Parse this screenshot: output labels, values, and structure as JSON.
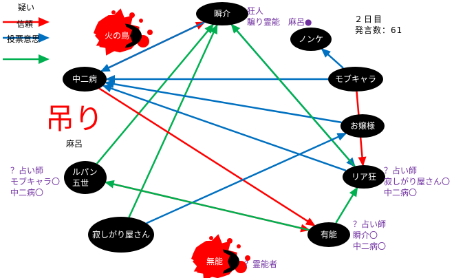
{
  "legend": [
    {
      "label": "疑い",
      "color": "#ff0000"
    },
    {
      "label": "信頼",
      "color": "#0070c0"
    },
    {
      "label": "投票意思",
      "color": "#00b050"
    }
  ],
  "day_info": {
    "day": "２日目",
    "posts": "発言数：61"
  },
  "hanging": {
    "label": "吊り",
    "target": "麻呂"
  },
  "nodes": [
    {
      "id": "shunsuke",
      "label": "瞬介",
      "dead": false
    },
    {
      "id": "hinotori",
      "label": "火の鳥",
      "dead": true
    },
    {
      "id": "nonke",
      "label": "ノンケ",
      "dead": false
    },
    {
      "id": "chuunibyou",
      "label": "中二病",
      "dead": false
    },
    {
      "id": "mobchara",
      "label": "モブキャラ",
      "dead": false
    },
    {
      "id": "ojousama",
      "label": "お嬢様",
      "dead": false
    },
    {
      "id": "lupin",
      "label": "ルパン五世",
      "dead": false
    },
    {
      "id": "riakyou",
      "label": "リア狂",
      "dead": false
    },
    {
      "id": "sabishigari",
      "label": "寂しがり屋さん",
      "dead": false
    },
    {
      "id": "yuunou",
      "label": "有能",
      "dead": false
    },
    {
      "id": "munou",
      "label": "無能",
      "dead": true
    }
  ],
  "edges": [
    {
      "from": "chuunibyou",
      "to": "shunsuke",
      "type": "疑い"
    },
    {
      "from": "shunsuke",
      "to": "chuunibyou",
      "type": "信頼"
    },
    {
      "from": "lupin",
      "to": "shunsuke",
      "type": "投票意思"
    },
    {
      "from": "sabishigari",
      "to": "shunsuke",
      "type": "投票意思"
    },
    {
      "from": "mobchara",
      "to": "chuunibyou",
      "type": "信頼"
    },
    {
      "from": "ojousama",
      "to": "chuunibyou",
      "type": "信頼"
    },
    {
      "from": "riakyou",
      "to": "chuunibyou",
      "type": "信頼"
    },
    {
      "from": "chuunibyou",
      "to": "yuunou",
      "type": "疑い"
    },
    {
      "from": "shunsuke",
      "to": "riakyou",
      "type": "信頼"
    },
    {
      "from": "riakyou",
      "to": "shunsuke",
      "type": "投票意思"
    },
    {
      "from": "mobchara",
      "to": "nonke",
      "type": "信頼"
    },
    {
      "from": "mobchara",
      "to": "riakyou",
      "type": "疑い"
    },
    {
      "from": "sabishigari",
      "to": "ojousama",
      "type": "信頼"
    },
    {
      "from": "lupin",
      "to": "yuunou",
      "type": "疑い"
    },
    {
      "from": "yuunou",
      "to": "lupin",
      "type": "投票意思"
    },
    {
      "from": "yuunou",
      "to": "riakyou",
      "type": "投票意思"
    }
  ],
  "annotations": {
    "shunsuke": [
      "狂人",
      "騙り霊能　麻呂●"
    ],
    "lupin": [
      "？占い師",
      "モブキャラ〇",
      "中二病〇"
    ],
    "riakyou": [
      "？占い師",
      "寂しがり屋さん〇",
      "中二病〇"
    ],
    "yuunou": [
      "？占い師",
      "瞬介〇",
      "中二病〇"
    ],
    "munou": [
      "？霊能者"
    ]
  }
}
